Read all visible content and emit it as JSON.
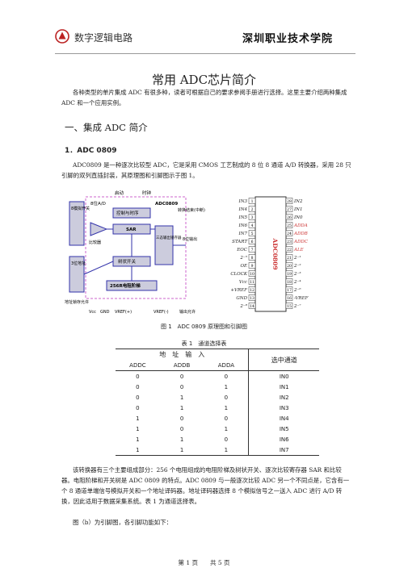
{
  "header": {
    "brand": "数字逻辑电路",
    "brand_right": "深圳职业技术学院"
  },
  "doc": {
    "title": "常用 ADC芯片简介",
    "intro": "各种类型的单片集成 ADC 有很多种，读者可根据自己的要求参阅手册进行选择。这里主要介绍两种集成 ADC 和一个应用实例。",
    "section1": "一、集成 ADC 简介",
    "sub1": "1．ADC 0809",
    "p1": "ADC0809 是一种逐次比较型 ADC，它是采用 CMOS 工艺制成的 8 位 8 通道 A/D 转换器，采用 28 只引脚的双列直插封装，其原理图和引脚图示于图 1。",
    "fig_caption": "图 1　ADC 0809 原理图和引脚图",
    "table_caption": "表 1　通道选择表",
    "p2": "该转换器有三个主要组成部分：256 个电阻组成的电阻阶梯及树状开关、逐次比较寄存器 SAR 和比较器。电阻阶梯和开关树是 ADC 0809 的特点。ADC 0809 与一般逐次比较 ADC 另一个不同点是，它含有一个 8 通道单端信号模拟开关和一个地址译码器。地址译码器选择 8 个模拟信号之一送入 ADC 进行 A/D 转换，因此适用于数据采集系统。表 1 为通道选择表。",
    "p3": "图（b）为引脚图，各引脚功能如下："
  },
  "diagram": {
    "top_labels": [
      "启动",
      "时钟"
    ],
    "left_labels": [
      "8模拟开关",
      "3位地址",
      "地址锁存允许"
    ],
    "blocks": [
      "8位A/D",
      "ADC0809",
      "控制与时序",
      "比较器",
      "SAR",
      "树状开关",
      "256R电阻阶梯",
      "三态输出锁存器"
    ],
    "right_labels": [
      "转换结束(中断)",
      "8位输出"
    ],
    "bottom_labels": [
      "Vcc",
      "GND",
      "VREF(+)",
      "VREF(-)",
      "输出允许"
    ]
  },
  "pinout": {
    "chip": "ADC0809",
    "left": [
      "IN3",
      "IN4",
      "IN5",
      "IN6",
      "IN7",
      "START",
      "EOC",
      "2⁻⁵",
      "OE",
      "CLOCK",
      "Vcc",
      "+VREF",
      "GND",
      "2⁻⁸"
    ],
    "right": [
      "IN2",
      "IN1",
      "IN0",
      "ADDA",
      "ADDB",
      "ADDC",
      "ALE",
      "2⁻¹",
      "2⁻²",
      "2⁻³",
      "2⁻⁴",
      "2⁻⁶",
      "-VREF",
      "2⁻⁷"
    ]
  },
  "table": {
    "group_header": "地　址　输　入",
    "out_header": "选中通道",
    "cols": [
      "ADDC",
      "ADDB",
      "ADDA"
    ],
    "rows": [
      [
        "0",
        "0",
        "0",
        "IN0"
      ],
      [
        "0",
        "0",
        "1",
        "IN1"
      ],
      [
        "0",
        "1",
        "0",
        "IN2"
      ],
      [
        "0",
        "1",
        "1",
        "IN3"
      ],
      [
        "1",
        "0",
        "0",
        "IN4"
      ],
      [
        "1",
        "0",
        "1",
        "IN5"
      ],
      [
        "1",
        "1",
        "0",
        "IN6"
      ],
      [
        "1",
        "1",
        "1",
        "IN7"
      ]
    ]
  },
  "footer": "第 1 页　　共 5 页"
}
